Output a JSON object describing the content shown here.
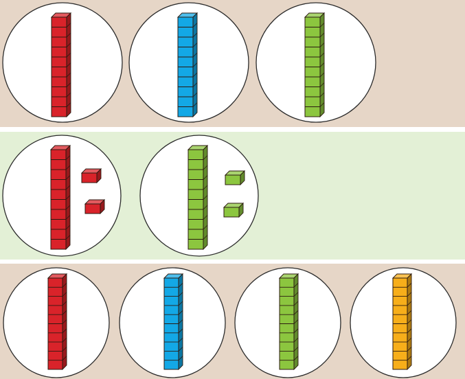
{
  "colors": {
    "band_tan": "#e6d6c7",
    "band_green": "#e3f0d6",
    "circle_fill": "#ffffff",
    "circle_stroke": "#2b2b2b",
    "block_stroke": "#2b1a10",
    "red": "#d9232a",
    "blue": "#13a8e6",
    "green": "#8cc63f",
    "yellow": "#f7ae1a"
  },
  "rows": [
    {
      "name": "row-1",
      "band": "band_tan",
      "groups": [
        {
          "rods": [
            {
              "color": "red",
              "cubes": 10
            }
          ],
          "singles": []
        },
        {
          "rods": [
            {
              "color": "blue",
              "cubes": 10
            }
          ],
          "singles": []
        },
        {
          "rods": [
            {
              "color": "green",
              "cubes": 10
            }
          ],
          "singles": []
        }
      ]
    },
    {
      "name": "row-2",
      "band": "band_green",
      "groups": [
        {
          "rods": [
            {
              "color": "red",
              "cubes": 10
            }
          ],
          "singles": [
            {
              "color": "red",
              "count": 2
            }
          ]
        },
        {
          "rods": [
            {
              "color": "green",
              "cubes": 10
            }
          ],
          "singles": [
            {
              "color": "green",
              "count": 2
            }
          ]
        }
      ]
    },
    {
      "name": "row-3",
      "band": "band_tan",
      "groups": [
        {
          "rods": [
            {
              "color": "red",
              "cubes": 10
            }
          ],
          "singles": []
        },
        {
          "rods": [
            {
              "color": "blue",
              "cubes": 10
            }
          ],
          "singles": []
        },
        {
          "rods": [
            {
              "color": "green",
              "cubes": 10
            }
          ],
          "singles": []
        },
        {
          "rods": [
            {
              "color": "yellow",
              "cubes": 10
            }
          ],
          "singles": []
        }
      ]
    }
  ]
}
